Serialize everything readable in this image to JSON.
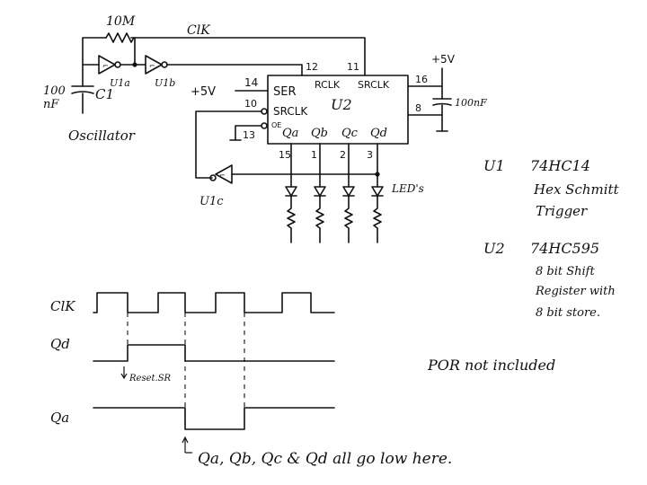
{
  "schematic": {
    "resistor_value": "10M",
    "clk_wire_label": "ClK",
    "cap_value": "100\nnF",
    "cap_ref": "C1",
    "oscillator_label": "Oscillator",
    "gate_u1a": "U1a",
    "gate_u1b": "U1b",
    "gate_u1c": "U1c",
    "chip_ref": "U2",
    "pin_ser": "SER",
    "pin_srclk": "SRCLK",
    "pin_oe": "OE",
    "pin_rclk": "RCLK",
    "pin_srclk_top": "SRCLK",
    "out_qa": "Qa",
    "out_qb": "Qb",
    "out_qc": "Qc",
    "out_qd": "Qd",
    "pin_14": "14",
    "pin_10": "10",
    "pin_13": "13",
    "pin_12": "12",
    "pin_11": "11",
    "pin_16": "16",
    "pin_8": "8",
    "pin_15": "15",
    "pin_1": "1",
    "pin_2": "2",
    "pin_3": "3",
    "supply_ser": "+5V",
    "supply_vcc": "+5V",
    "decoupling_cap": "100nF",
    "leds_label": "LED's"
  },
  "legend": {
    "u1_ref": "U1",
    "u1_part": "74HC14",
    "u1_desc_1": "Hex Schmitt",
    "u1_desc_2": "Trigger",
    "u2_ref": "U2",
    "u2_part": "74HC595",
    "u2_desc_1": "8 bit Shift",
    "u2_desc_2": "Register with",
    "u2_desc_3": "8 bit store."
  },
  "timing": {
    "signal_clk": "ClK",
    "signal_qd": "Qd",
    "signal_qa": "Qa",
    "reset_note": "Reset.SR",
    "por_note": "POR not included",
    "bottom_note": "Qa, Qb, Qc & Qd all go low here."
  }
}
